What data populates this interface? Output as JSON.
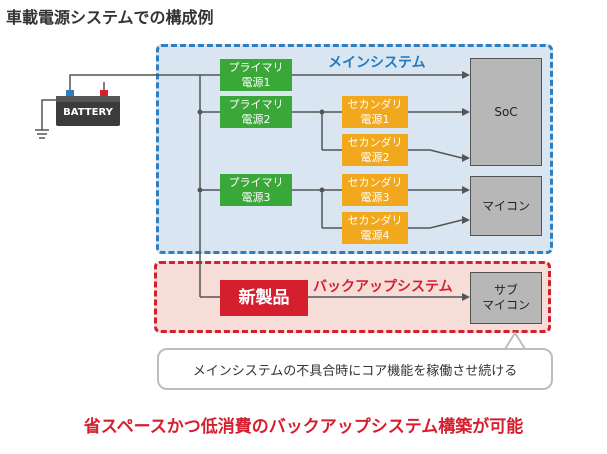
{
  "title": "車載電源システムでの構成例",
  "main_system_label": "メインシステム",
  "backup_system_label": "バックアップシステム",
  "battery_label": "BATTERY",
  "primary": [
    "プライマリ\n電源1",
    "プライマリ\n電源2",
    "プライマリ\n電源3"
  ],
  "secondary": [
    "セカンダリ\n電源1",
    "セカンダリ\n電源2",
    "セカンダリ\n電源3",
    "セカンダリ\n電源4"
  ],
  "soc_label": "SoC",
  "micon_label": "マイコン",
  "new_product_label": "新製品",
  "sub_micon_label": "サブ\nマイコン",
  "callout": "メインシステムの不具合時にコア機能を稼働させ続ける",
  "bottom_caption": "省スペースかつ低消費のバックアップシステム構築が可能",
  "colors": {
    "main_border": "#2e7fc1",
    "backup_border": "#d61f2e",
    "primary_green": "#3aa838",
    "secondary_orange": "#f2a81c",
    "new_product_red": "#d61f2e"
  }
}
